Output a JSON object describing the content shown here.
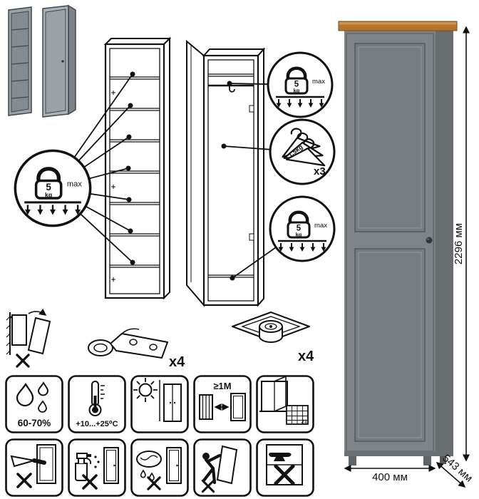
{
  "sheet": {
    "dimensions": {
      "height": "2296 мм",
      "width": "400 мм",
      "depth": "543 мм"
    },
    "shelf_load": {
      "value": "5",
      "unit": "kg",
      "max": "max"
    },
    "rail_load": {
      "per_hanger": "1.5kg",
      "hangers": "x3"
    },
    "hardware": {
      "hinges": "x4",
      "feet": "x4"
    },
    "conditions": {
      "humidity": "60-70%",
      "temperature": "+10...+25⁰C",
      "distance": "≥1M",
      "vent_day": "21"
    },
    "colors": {
      "body_grey": "#7b8184",
      "wood_top": "#b5742c",
      "line": "#111111"
    }
  }
}
